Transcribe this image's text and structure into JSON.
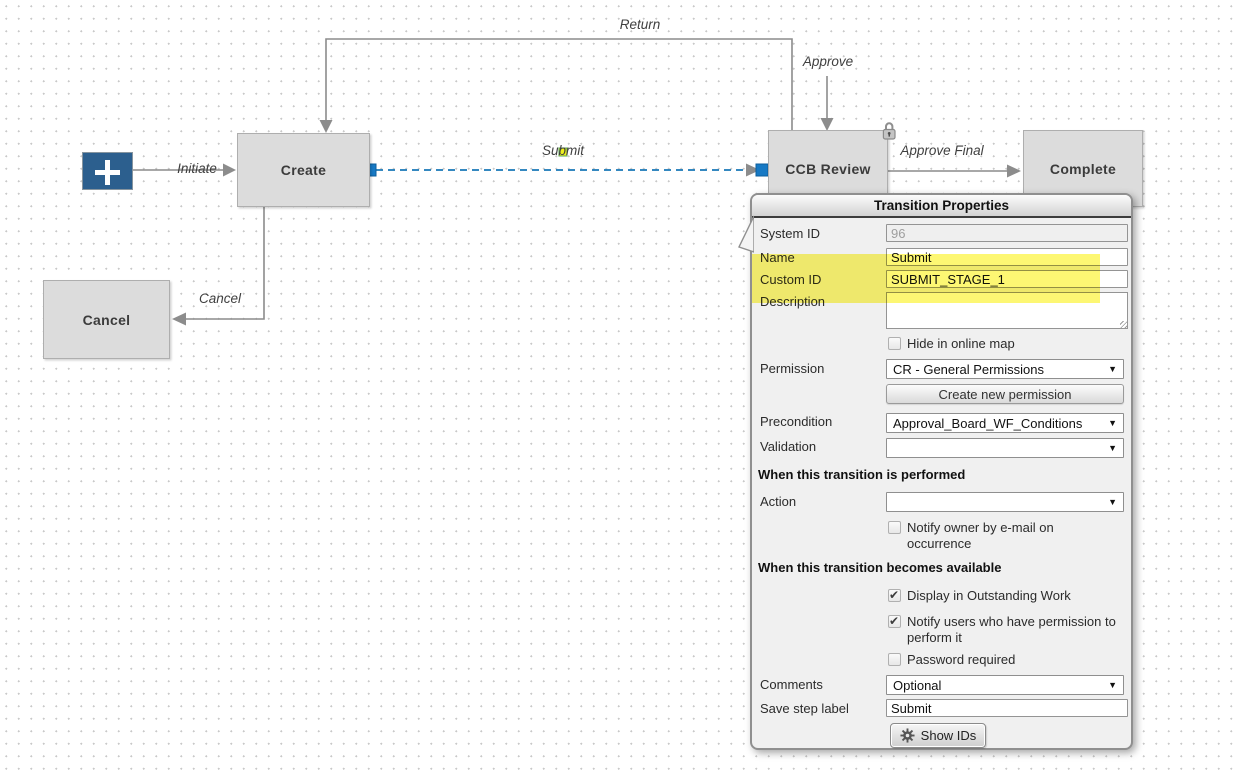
{
  "canvas": {
    "dot_color": "#c9c9c9",
    "accent_blue": "#2c5f8e",
    "handle_blue": "#1779c4",
    "selected_line_blue": "#1878b8",
    "line_gray": "#8c8c8c",
    "states": [
      {
        "id": "initial",
        "icon": "plus-icon",
        "label": "+"
      },
      {
        "id": "create",
        "label": "Create"
      },
      {
        "id": "ccb-review",
        "label": "CCB Review",
        "icon": "lock-icon"
      },
      {
        "id": "complete",
        "label": "Complete"
      },
      {
        "id": "cancel",
        "label": "Cancel"
      }
    ],
    "transitions": [
      {
        "label": "Initiate"
      },
      {
        "label": "Submit",
        "selected": true
      },
      {
        "label": "Return"
      },
      {
        "label": "Approve"
      },
      {
        "label": "Approve Final"
      },
      {
        "label": "Cancel"
      }
    ]
  },
  "dialog": {
    "title": "Transition Properties",
    "highlight_color": "rgba(252,240,0,0.55)",
    "fields": {
      "system_id": {
        "label": "System ID",
        "value": "96",
        "disabled": true
      },
      "name": {
        "label": "Name",
        "value": "Submit"
      },
      "custom_id": {
        "label": "Custom ID",
        "value": "SUBMIT_STAGE_1"
      },
      "description": {
        "label": "Description",
        "value": ""
      },
      "hide_in_online_map": {
        "label": "Hide in online map",
        "checked": false
      },
      "permission": {
        "label": "Permission",
        "value": "CR - General Permissions"
      },
      "create_new_permission_button": "Create new permission",
      "precondition": {
        "label": "Precondition",
        "value": "Approval_Board_WF_Conditions"
      },
      "validation": {
        "label": "Validation",
        "value": ""
      },
      "section_performed": "When this transition is performed",
      "action": {
        "label": "Action",
        "value": ""
      },
      "notify_owner": {
        "label": "Notify owner by e-mail on occurrence",
        "checked": false
      },
      "section_available": "When this transition becomes available",
      "display_outstanding": {
        "label": "Display in Outstanding Work",
        "checked": true
      },
      "notify_users": {
        "label": "Notify users who have permission to perform it",
        "checked": true
      },
      "password_required": {
        "label": "Password required",
        "checked": false
      },
      "comments": {
        "label": "Comments",
        "value": "Optional"
      },
      "save_step_label": {
        "label": "Save step label",
        "value": "Submit"
      },
      "show_ids_button": "Show IDs"
    }
  }
}
